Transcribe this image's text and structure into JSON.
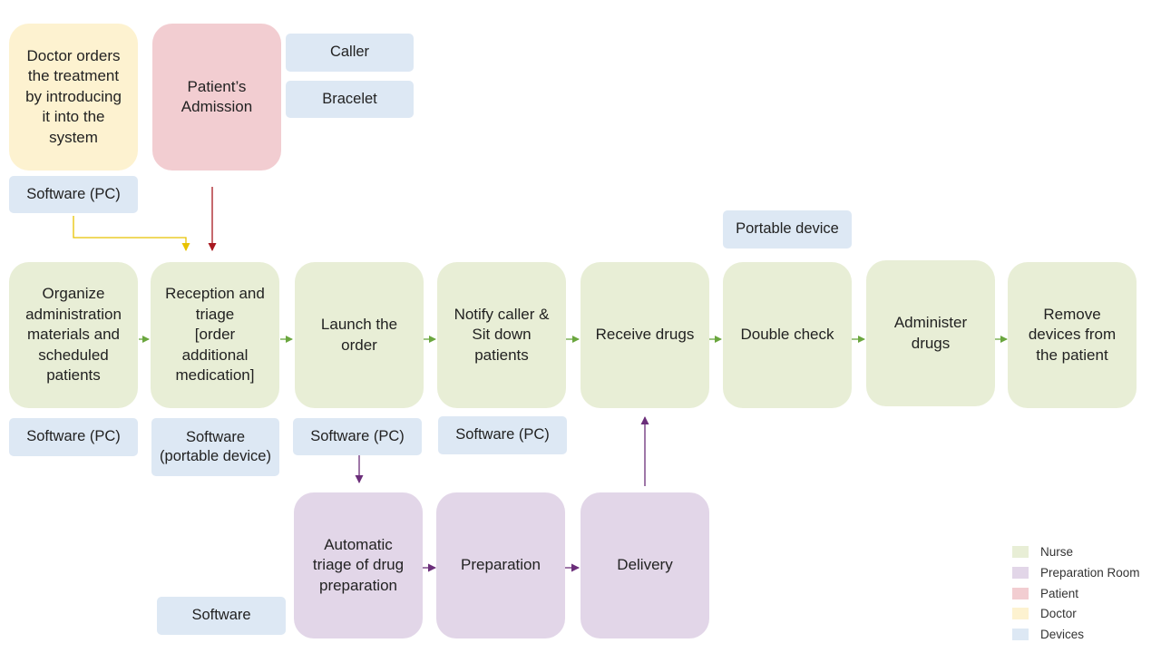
{
  "colors": {
    "nurse": "#e8eed6",
    "preparation_room": "#e2d6e8",
    "patient": "#f2cdd1",
    "doctor": "#fdf2d0",
    "devices": "#dde8f4",
    "arrow_green": "#6aa63e",
    "arrow_purple": "#6b2e7a",
    "arrow_red": "#a8181f",
    "arrow_yellow": "#e8c200"
  },
  "top": {
    "doctor_box": "Doctor orders\nthe treatment\nby introducing\nit into the\nsystem",
    "doctor_device": "Software (PC)",
    "patient_box": "Patient’s\nAdmission",
    "caller_device": "Caller",
    "bracelet_device": "Bracelet",
    "portable_device": "Portable device"
  },
  "nurse_steps": [
    "Organize\nadministration\nmaterials and\nscheduled\npatients",
    "Reception and\ntriage\n[order\nadditional\nmedication]",
    "Launch the\norder",
    "Notify caller &\nSit down\npatients",
    "Receive drugs",
    "Double check",
    "Administer\ndrugs",
    "Remove\ndevices from\nthe patient"
  ],
  "nurse_devices": [
    "Software (PC)",
    "Software\n(portable device)",
    "Software (PC)",
    "Software (PC)"
  ],
  "prep_steps": [
    "Automatic\ntriage of drug\npreparation",
    "Preparation",
    "Delivery"
  ],
  "prep_device": "Software",
  "legend": [
    {
      "label": "Nurse",
      "color": "#e8eed6"
    },
    {
      "label": "Preparation Room",
      "color": "#e2d6e8"
    },
    {
      "label": "Patient",
      "color": "#f2cdd1"
    },
    {
      "label": "Doctor",
      "color": "#fdf2d0"
    },
    {
      "label": "Devices",
      "color": "#dde8f4"
    }
  ]
}
